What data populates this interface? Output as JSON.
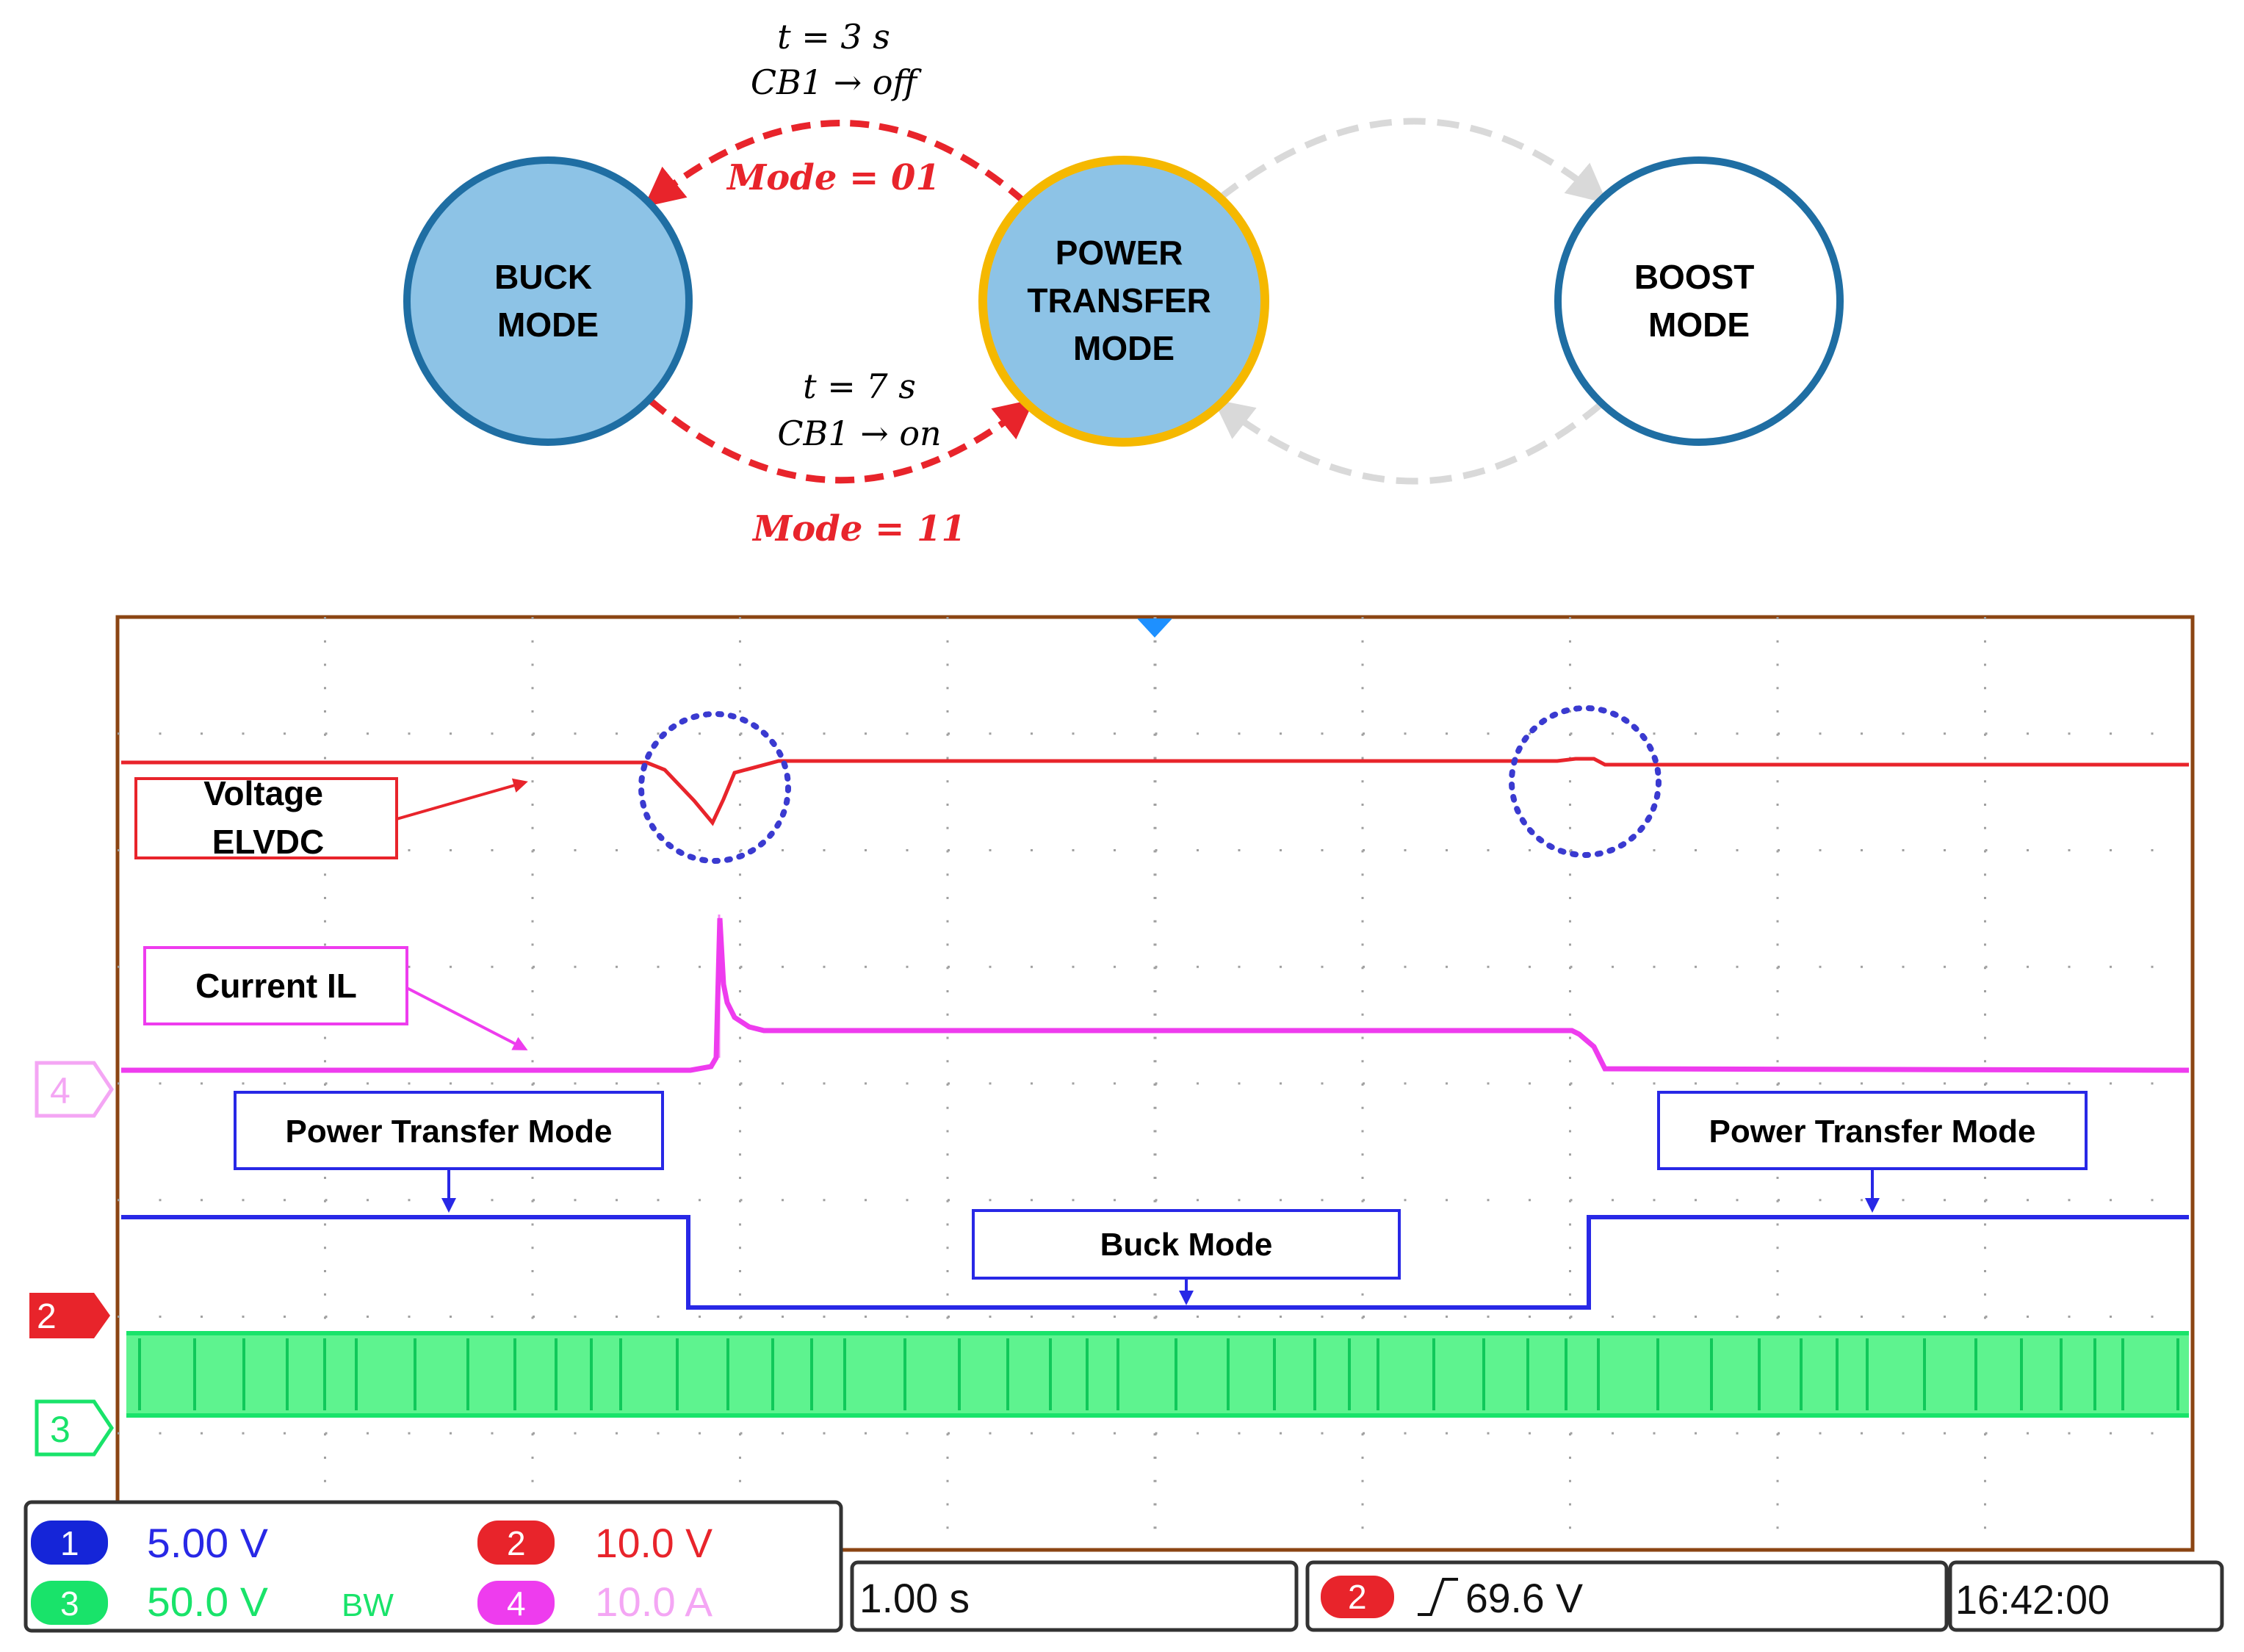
{
  "state_diagram": {
    "states": {
      "buck": [
        "BUCK",
        "MODE"
      ],
      "power_transfer": [
        "POWER",
        "TRANSFER",
        "MODE"
      ],
      "boost": [
        "BOOST",
        "MODE"
      ]
    },
    "transition_top": {
      "time": "t = 3 s",
      "action": "CB1 → off",
      "mode": "Mode = 01"
    },
    "transition_bottom": {
      "time": "t = 7 s",
      "action": "CB1 → on",
      "mode": "Mode = 11"
    },
    "colors": {
      "state_fill": "#8DC3E6",
      "state_border": "#1F6EA3",
      "active_border": "#F5B800",
      "active_arrow": "#E8242B",
      "inactive_arrow": "#D9D9D9"
    }
  },
  "scope": {
    "annotations": {
      "voltage": [
        "Voltage",
        "ELVDC"
      ],
      "current": "Current IL",
      "power_transfer_left": "Power Transfer Mode",
      "buck": "Buck Mode",
      "power_transfer_right": "Power Transfer Mode"
    },
    "channel_markers": {
      "ch4": "4",
      "ch2": "2",
      "ch3": "3"
    },
    "readout": {
      "ch1_num": "1",
      "ch1_scale": "5.00 V",
      "ch2_num": "2",
      "ch2_scale": "10.0 V",
      "ch3_num": "3",
      "ch3_scale": "50.0 V",
      "bw": "BW",
      "ch4_num": "4",
      "ch4_scale": "10.0 A",
      "timebase": "1.00 s",
      "trigger_ch": "2",
      "trigger_level": "69.6 V",
      "clock": "16:42:00"
    },
    "colors": {
      "ch1": "#2828E6",
      "ch2": "#E8242B",
      "ch3": "#19E36A",
      "ch4": "#EE3CEE",
      "frame": "#8B4513",
      "grid": "#9a9a9a"
    }
  }
}
